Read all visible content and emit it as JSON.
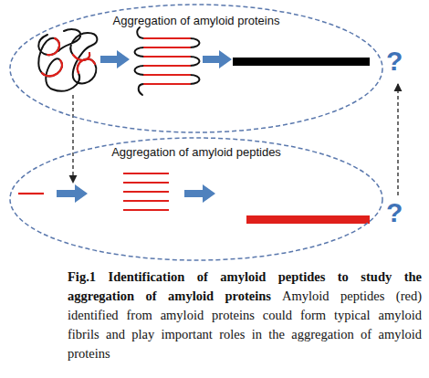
{
  "diagram": {
    "caption": "Fig.1 Identification of amyloid peptides to study the aggregation of amyloid proteins",
    "nodes": [
      {
        "text": [
          "Aggregation of amyloid proteins"
        ]
      },
      {
        "text": [
          "Aggregation of amyloid peptides"
        ]
      }
    ],
    "labels": [
      "?",
      "?",
      "Amyloid peptides (red) identified from amyloid proteins could form typical amyloid fibrils and play important roles in the aggregation of amyloid proteins"
    ]
  }
}
